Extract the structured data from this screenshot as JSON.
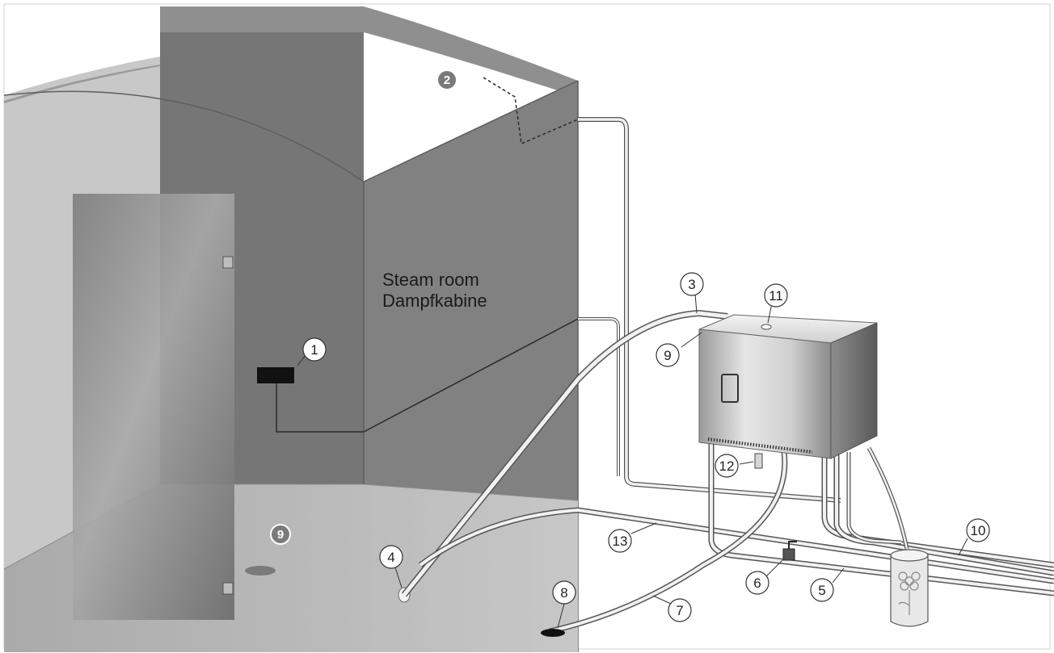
{
  "room_label": {
    "line1": "Steam room",
    "line2": "Dampfkabine"
  },
  "callouts": [
    {
      "id": "1",
      "label": "1"
    },
    {
      "id": "2",
      "label": "2"
    },
    {
      "id": "3",
      "label": "3"
    },
    {
      "id": "4",
      "label": "4"
    },
    {
      "id": "5",
      "label": "5"
    },
    {
      "id": "6",
      "label": "6"
    },
    {
      "id": "7",
      "label": "7"
    },
    {
      "id": "8",
      "label": "8"
    },
    {
      "id": "9a",
      "label": "9"
    },
    {
      "id": "9b",
      "label": "9"
    },
    {
      "id": "10",
      "label": "10"
    },
    {
      "id": "11",
      "label": "11"
    },
    {
      "id": "12",
      "label": "12"
    },
    {
      "id": "13",
      "label": "13"
    }
  ],
  "colors": {
    "wall_front": "#6f6f6f",
    "wall_side": "#8c8c8c",
    "floor": "#b9b9b9",
    "glass": "#cfcfcf",
    "generator": "#c8c8c8",
    "pipe": "#ededed"
  }
}
